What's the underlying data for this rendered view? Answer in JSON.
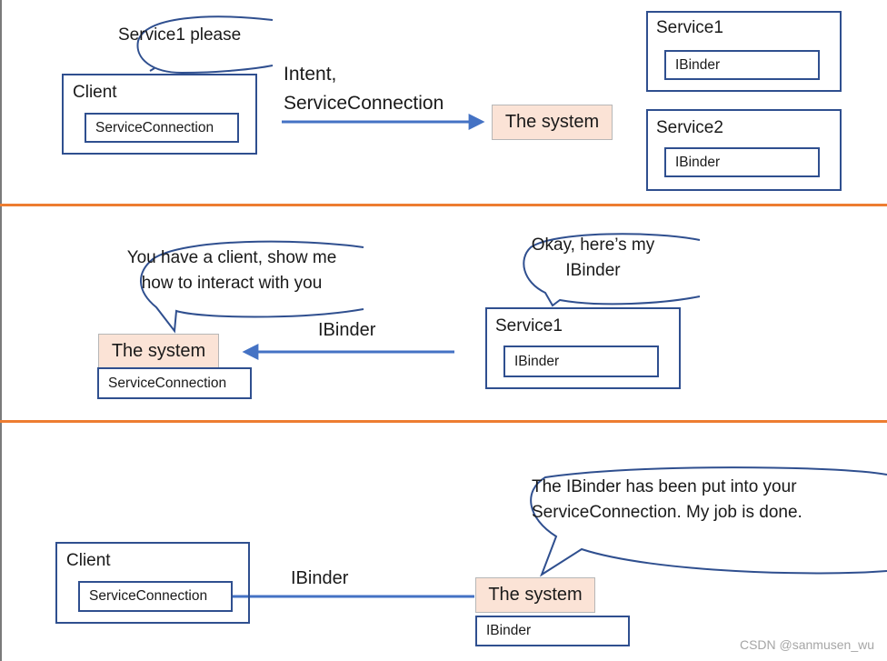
{
  "panel1": {
    "bubble": "Service1 please",
    "client_title": "Client",
    "client_inner": "ServiceConnection",
    "arrow_label_line1": "Intent,",
    "arrow_label_line2": "ServiceConnection",
    "system": "The system",
    "service1_title": "Service1",
    "service1_inner": "IBinder",
    "service2_title": "Service2",
    "service2_inner": "IBinder"
  },
  "panel2": {
    "bubble_left_line1": "You have a client, show me",
    "bubble_left_line2": "how to interact with you",
    "bubble_right_line1": "Okay, here’s my",
    "bubble_right_line2": "IBinder",
    "system": "The system",
    "system_inner": "ServiceConnection",
    "arrow_label": "IBinder",
    "service1_title": "Service1",
    "service1_inner": "IBinder"
  },
  "panel3": {
    "bubble_line1": "The IBinder has been put into your",
    "bubble_line2": "ServiceConnection. My job is done.",
    "client_title": "Client",
    "client_inner": "ServiceConnection",
    "arrow_label": "IBinder",
    "system": "The system",
    "system_inner": "IBinder"
  },
  "watermark": "CSDN @sanmusen_wu",
  "colors": {
    "box_border": "#2f4f8f",
    "arrow": "#4472c4",
    "divider": "#ed7d31",
    "system_fill": "#fbe3d6"
  }
}
